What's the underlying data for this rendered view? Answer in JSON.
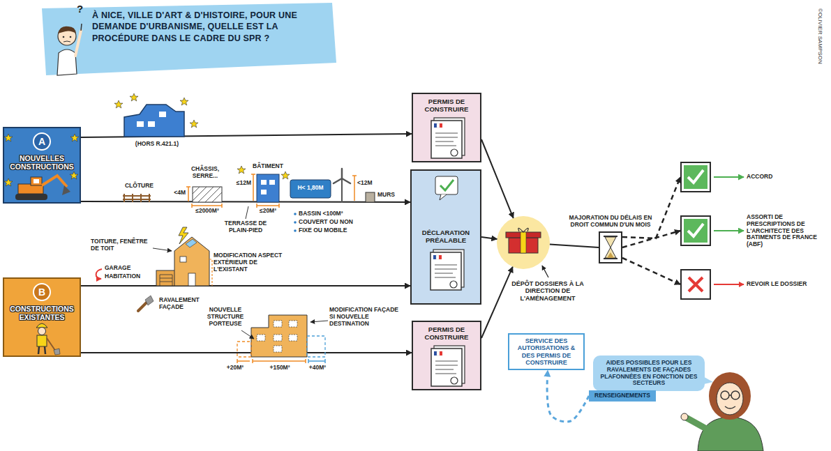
{
  "diagram": {
    "title": "À NICE, VILLE D'ART & D'HISTOIRE, POUR UNE DEMANDE D'URBANISME, QUELLE EST LA PROCÉDURE DANS LE CADRE DU SPR ?",
    "nodes": [
      {
        "text": [
          "A",
          "NOUVELLES CONSTRUCTIONS"
        ]
      },
      {
        "text": [
          "B",
          "CONSTRUCTIONS EXISTANTES"
        ]
      },
      {
        "text": [
          "PERMIS DE CONSTRUIRE"
        ]
      },
      {
        "text": [
          "DÉCLARATION PRÉALABLE"
        ]
      },
      {
        "text": [
          "PERMIS DE CONSTRUIRE"
        ]
      },
      {
        "text": [
          "DÉPÔT DOSSIERS À LA DIRECTION DE L'AMÉNAGEMENT"
        ]
      },
      {
        "text": [
          "SERVICE DES AUTORISATIONS & DES PERMIS DE CONSTRUIRE"
        ]
      },
      {
        "text": [
          "MAJORATION DU DÉLAIS EN DROIT COMMUN D'UN MOIS"
        ]
      },
      {
        "text": [
          "ACCORD"
        ]
      },
      {
        "text": [
          "ASSORTI DE PRESCRIPTIONS DE L'ARCHITECTE DES BATIMENTS DE FRANCE (ABF)"
        ]
      },
      {
        "text": [
          "REVOIR LE DOSSIER"
        ]
      },
      {
        "text": [
          "AIDES POSSIBLES POUR LES RAVALEMENTS DE FAÇADES PLAFONNÉES EN FONCTION DES SECTEURS"
        ]
      },
      {
        "text": [
          "RENSEIGNEMENTS"
        ]
      }
    ],
    "edges": [
      {
        "from": 0,
        "to": 2,
        "arrow": "to"
      },
      {
        "from": 0,
        "to": 3,
        "arrow": "to"
      },
      {
        "from": 1,
        "to": 3,
        "arrow": "to"
      },
      {
        "from": 1,
        "to": 4,
        "arrow": "to"
      },
      {
        "from": 2,
        "to": 5,
        "arrow": "to"
      },
      {
        "from": 3,
        "to": 5,
        "arrow": "to"
      },
      {
        "from": 4,
        "to": 5,
        "arrow": "to"
      },
      {
        "from": 5,
        "to": 7,
        "arrow": "none"
      },
      {
        "from": 7,
        "to": 8,
        "arrow": "to"
      },
      {
        "from": 7,
        "to": 9,
        "arrow": "to"
      },
      {
        "from": 7,
        "to": 10,
        "arrow": "to"
      },
      {
        "from": 12,
        "to": 6,
        "arrow": "to"
      }
    ],
    "labels": [
      "(HORS R.421.1)",
      "CLÔTURE",
      "CHÂSSIS, SERRE...",
      "<4M",
      "≤2000M²",
      "≤12M",
      "BÂTIMENT",
      "≤20M²",
      "TERRASSE DE PLAIN-PIED",
      "H< 1,80M",
      "BASSIN <100M²",
      "COUVERT OU NON",
      "FIXE OU MOBILE",
      "<12M",
      "MURS",
      "TOITURE, FENÊTRE DE TOIT",
      "GARAGE",
      "HABITATION",
      "MODIFICATION ASPECT EXTÉRIEUR DE L'EXISTANT",
      "RAVALEMENT FAÇADE",
      "NOUVELLE STRUCTURE PORTEUSE",
      "MODIFICATION FAÇADE SI NOUVELLE DESTINATION",
      "+20M²",
      "+150M²",
      "+40M²",
      "©OLIVIER SAMPSON",
      "?"
    ]
  }
}
